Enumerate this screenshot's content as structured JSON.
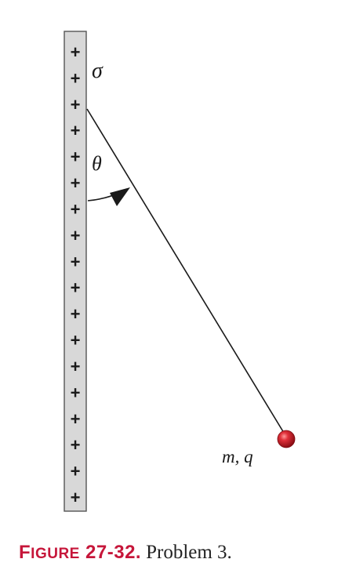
{
  "figure": {
    "plate_symbol": "+",
    "plus_sign_count": 18,
    "labels": {
      "sigma": "σ",
      "theta": "θ",
      "mass_charge": "m, q"
    },
    "colors": {
      "plate_fill": "#d8d8d8",
      "plate_outline": "#555555",
      "thread": "#1a1a1a",
      "ball": "#d01f2a",
      "ball_highlight": "#ff8a8a"
    }
  },
  "caption": {
    "label_initial": "F",
    "label_rest": "IGURE",
    "number": "27-32.",
    "text": "Problem 3."
  }
}
